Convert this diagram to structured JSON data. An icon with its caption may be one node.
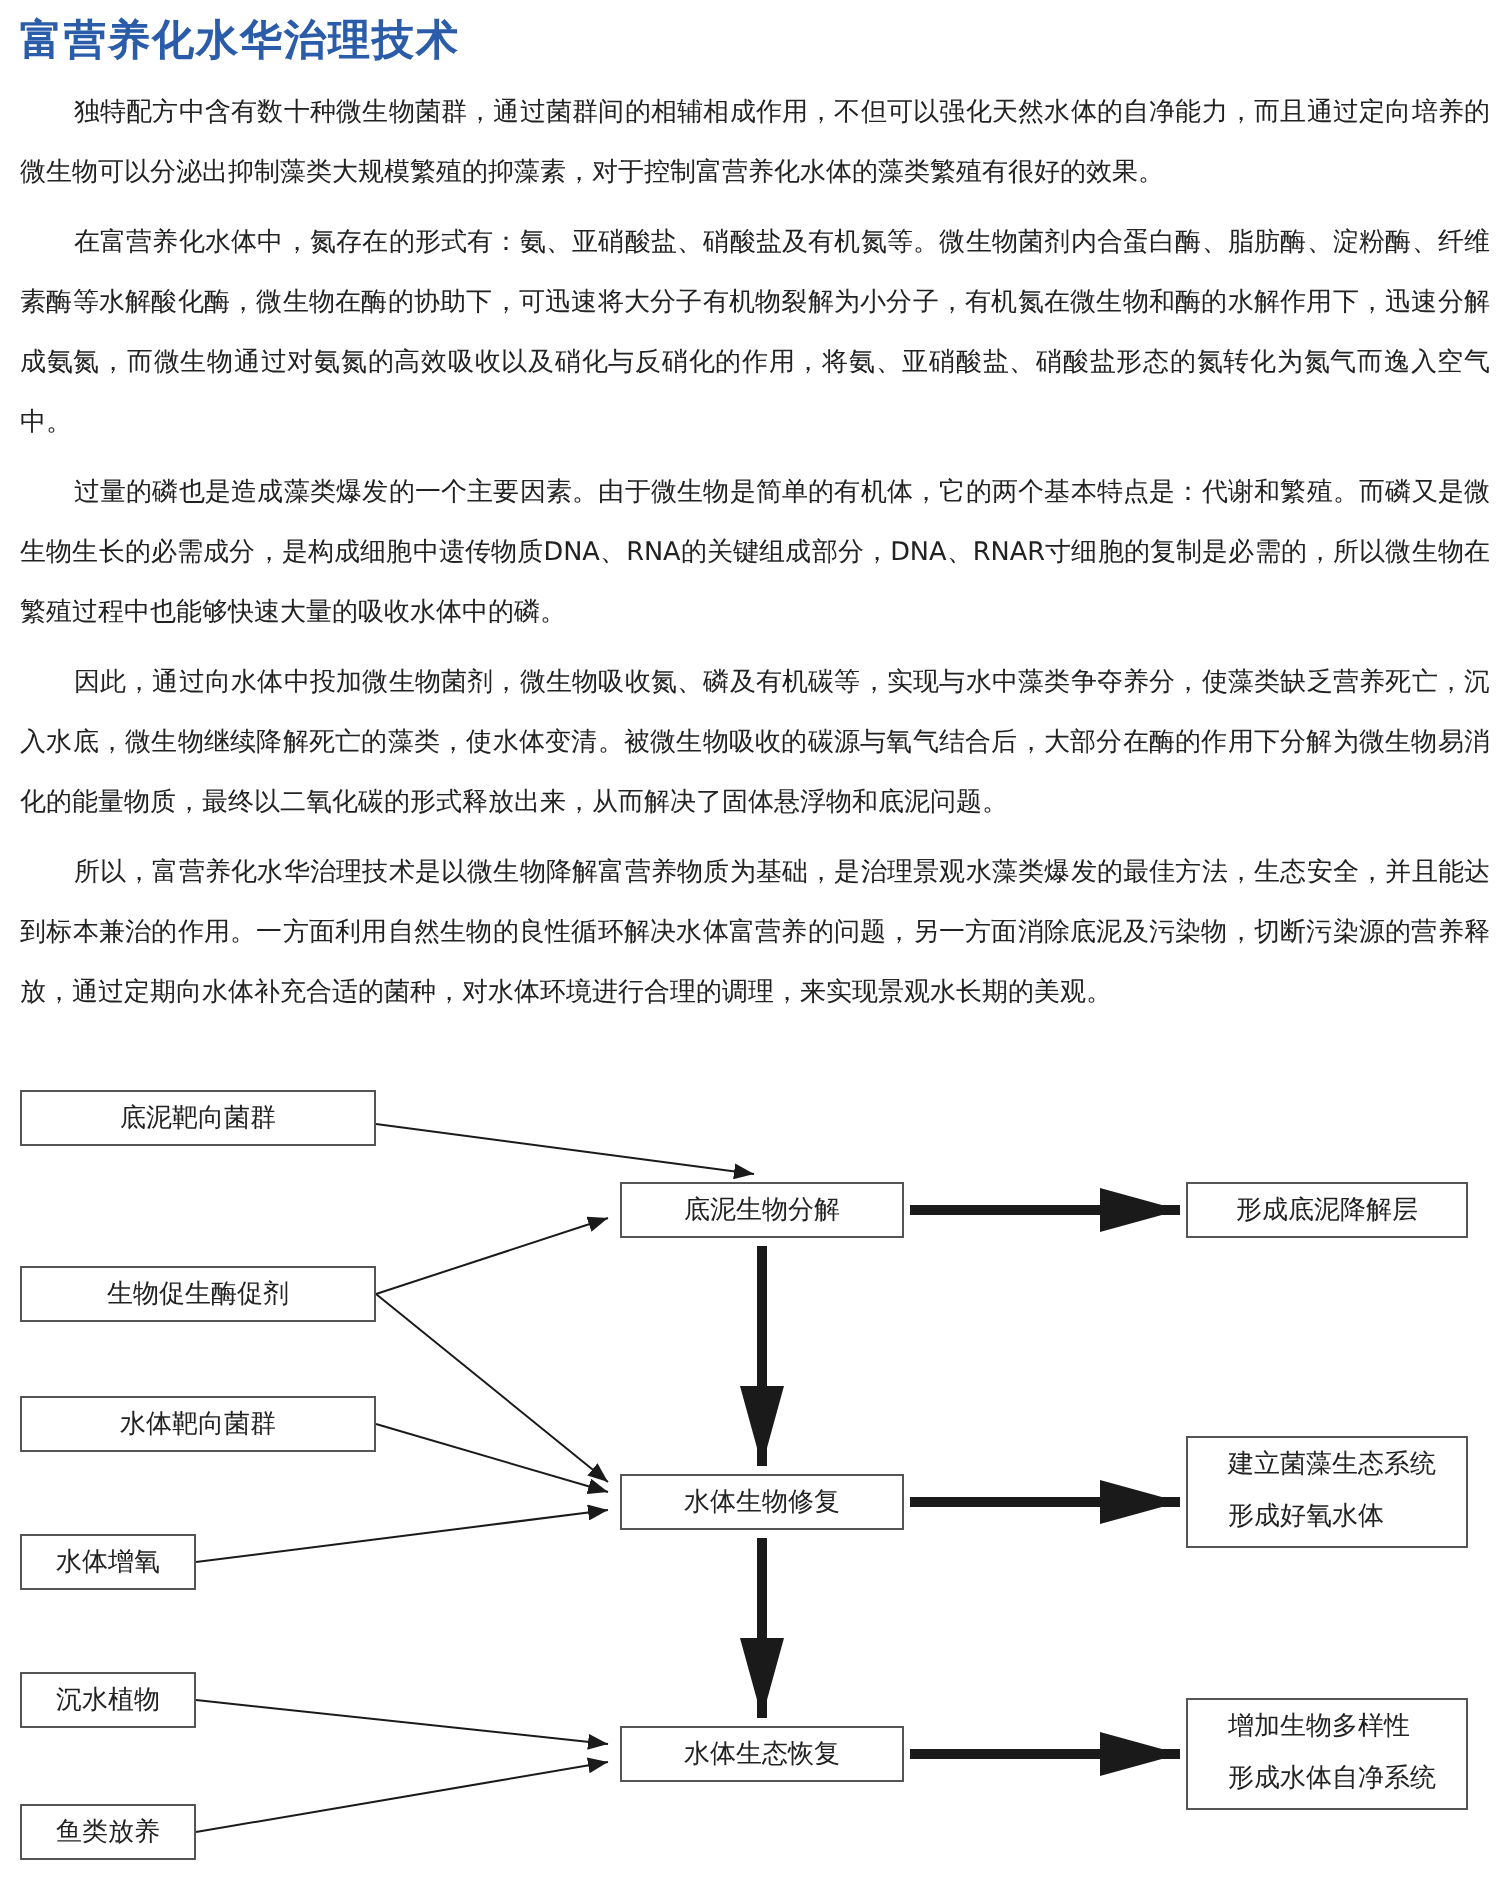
{
  "diagram": {
    "title": "富营养化水华治理技术",
    "labels": [
      "独特配方中含有数十种微生物菌群，通过菌群间的相辅相成作用，不但可以强化天然水体的自净能力，而且通过定向培养的微生物可以分泌出抑制藻类大规模繁殖的抑藻素，对于控制富营养化水体的藻类繁殖有很好的效果。",
      "在富营养化水体中，氮存在的形式有：氨、亚硝酸盐、硝酸盐及有机氮等。微生物菌剂内合蛋白酶、脂肪酶、淀粉酶、纤维素酶等水解酸化酶，微生物在酶的协助下，可迅速将大分子有机物裂解为小分子，有机氮在微生物和酶的水解作用下，迅速分解成氨氮，而微生物通过对氨氮的高效吸收以及硝化与反硝化的作用，将氨、亚硝酸盐、硝酸盐形态的氮转化为氮气而逸入空气中。",
      "过量的磷也是造成藻类爆发的一个主要因素。由于微生物是简单的有机体，它的两个基本特点是：代谢和繁殖。而磷又是微生物生长的必需成分，是构成细胞中遗传物质DNA、RNA的关键组成部分，DNA、RNAR寸细胞的复制是必需的，所以微生物在繁殖过程中也能够快速大量的吸收水体中的磷。",
      "因此，通过向水体中投加微生物菌剂，微生物吸收氮、磷及有机碳等，实现与水中藻类争夺养分，使藻类缺乏营养死亡，沉入水底，微生物继续降解死亡的藻类，使水体变清。被微生物吸收的碳源与氧气结合后，大部分在酶的作用下分解为微生物易消化的能量物质，最终以二氧化碳的形式释放出来，从而解决了固体悬浮物和底泥问题。",
      "所以，富营养化水华治理技术是以微生物降解富营养物质为基础，是治理景观水藻类爆发的最佳方法，生态安全，并且能达到标本兼治的作用。一方面利用自然生物的良性循环解决水体富营养的问题，另一方面消除底泥及污染物，切断污染源的营养释放，通过定期向水体补充合适的菌种，对水体环境进行合理的调理，来实现景观水长期的美观。"
    ],
    "nodes": [
      {
        "text": [
          "底泥靶向菌群"
        ]
      },
      {
        "text": [
          "生物促生酶促剂"
        ]
      },
      {
        "text": [
          "水体靶向菌群"
        ]
      },
      {
        "text": [
          "水体增氧"
        ]
      },
      {
        "text": [
          "沉水植物"
        ]
      },
      {
        "text": [
          "鱼类放养"
        ]
      },
      {
        "text": [
          "底泥生物分解"
        ]
      },
      {
        "text": [
          "水体生物修复"
        ]
      },
      {
        "text": [
          "水体生态恢复"
        ]
      },
      {
        "text": [
          "形成底泥降解层"
        ]
      },
      {
        "text": [
          "建立菌藻生态系统",
          "形成好氧水体"
        ]
      },
      {
        "text": [
          "增加生物多样性",
          "形成水体自净系统"
        ]
      }
    ],
    "edges": [
      {
        "from": 0,
        "to": 6,
        "arrow": "to"
      },
      {
        "from": 1,
        "to": 6,
        "arrow": "to"
      },
      {
        "from": 1,
        "to": 7,
        "arrow": "to"
      },
      {
        "from": 2,
        "to": 7,
        "arrow": "to"
      },
      {
        "from": 3,
        "to": 7,
        "arrow": "to"
      },
      {
        "from": 4,
        "to": 8,
        "arrow": "to"
      },
      {
        "from": 5,
        "to": 8,
        "arrow": "to"
      },
      {
        "from": 6,
        "to": 9,
        "arrow": "to",
        "style": "thick"
      },
      {
        "from": 6,
        "to": 7,
        "arrow": "to",
        "style": "thick"
      },
      {
        "from": 7,
        "to": 10,
        "arrow": "to",
        "style": "thick"
      },
      {
        "from": 7,
        "to": 8,
        "arrow": "to",
        "style": "thick"
      },
      {
        "from": 8,
        "to": 11,
        "arrow": "to",
        "style": "thick"
      }
    ]
  }
}
